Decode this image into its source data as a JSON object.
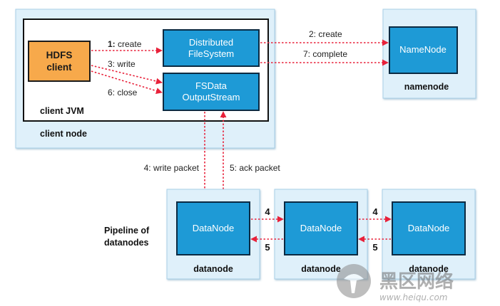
{
  "client_node": {
    "label": "client node",
    "jvm_label": "client JVM",
    "hdfs_client": {
      "line1": "HDFS",
      "line2": "client"
    },
    "dfs": {
      "line1": "Distributed",
      "line2": "FileSystem"
    },
    "fsdos": {
      "line1": "FSData",
      "line2": "OutputStream"
    }
  },
  "namenode": {
    "inner": "NameNode",
    "label": "namenode"
  },
  "pipeline_label": {
    "line1": "Pipeline of",
    "line2": "datanodes"
  },
  "datanodes": [
    {
      "inner": "DataNode",
      "label": "datanode"
    },
    {
      "inner": "DataNode",
      "label": "datanode"
    },
    {
      "inner": "DataNode",
      "label": "datanode"
    }
  ],
  "steps": {
    "s1_num": "1:",
    "s1_text": "create",
    "s2": "2: create",
    "s3": "3: write",
    "s4": "4: write packet",
    "s5": "5: ack packet",
    "s6": "6: close",
    "s7": "7: complete",
    "pipe_fwd_1": "4",
    "pipe_ack_1": "5",
    "pipe_fwd_2": "4",
    "pipe_ack_2": "5"
  },
  "watermark": {
    "text_cn": "黑区网络",
    "url": "www.heiqu.com"
  },
  "colors": {
    "container_fill": "#dff0fa",
    "container_stroke": "#a9cfe6",
    "blue_box": "#1e9ad6",
    "blue_box_stroke": "#0b2a42",
    "orange_box": "#f7a94b",
    "arrow": "#e8213a"
  }
}
